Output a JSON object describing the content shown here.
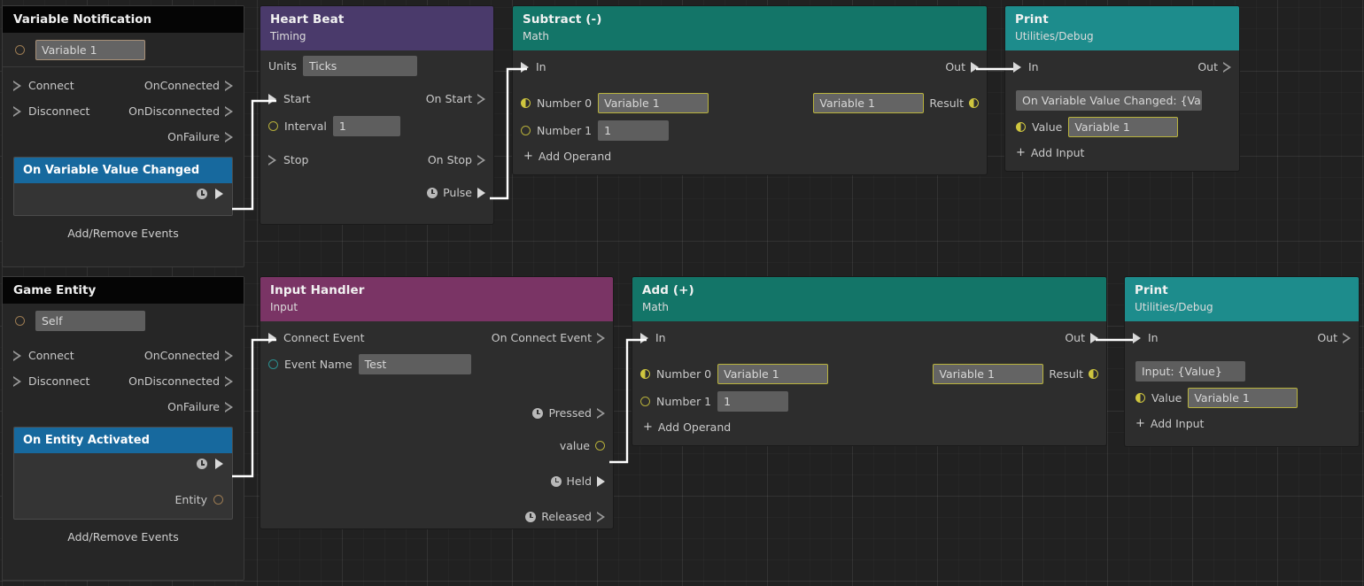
{
  "panels": [
    {
      "title": "Variable Notification",
      "value_field": "Variable 1",
      "rows": [
        {
          "left": "Connect",
          "right": "OnConnected"
        },
        {
          "left": "Disconnect",
          "right": "OnDisconnected"
        },
        {
          "left": "",
          "right": "OnFailure"
        }
      ],
      "event": {
        "title": "On Variable Value Changed",
        "output_label": ""
      },
      "footer": "Add/Remove Events"
    },
    {
      "title": "Game Entity",
      "value_field": "Self",
      "rows": [
        {
          "left": "Connect",
          "right": "OnConnected"
        },
        {
          "left": "Disconnect",
          "right": "OnDisconnected"
        },
        {
          "left": "",
          "right": "OnFailure"
        }
      ],
      "event": {
        "title": "On Entity Activated",
        "output_label": "Entity"
      },
      "footer": "Add/Remove Events"
    }
  ],
  "nodes": {
    "heartbeat": {
      "title": "Heart Beat",
      "category": "Timing",
      "units_label": "Units",
      "units_value": "Ticks",
      "start_in": "Start",
      "start_out": "On Start",
      "interval_label": "Interval",
      "interval_value": "1",
      "stop_in": "Stop",
      "stop_out": "On Stop",
      "pulse_out": "Pulse"
    },
    "subtract": {
      "title": "Subtract (-)",
      "category": "Math",
      "in_label": "In",
      "out_label": "Out",
      "number0_label": "Number 0",
      "number0_value": "Variable 1",
      "number1_label": "Number 1",
      "number1_value": "1",
      "result_label": "Result",
      "result_value": "Variable 1",
      "add_operand": "Add Operand"
    },
    "print_top": {
      "title": "Print",
      "category": "Utilities/Debug",
      "in_label": "In",
      "out_label": "Out",
      "message": "On Variable Value Changed: {Value}",
      "value_label": "Value",
      "value_value": "Variable 1",
      "add_input": "Add Input"
    },
    "input_handler": {
      "title": "Input Handler",
      "category": "Input",
      "connect_event_in": "Connect Event",
      "connect_event_out": "On Connect Event",
      "event_name_label": "Event Name",
      "event_name_value": "Test",
      "pressed": "Pressed",
      "value": "value",
      "held": "Held",
      "released": "Released"
    },
    "add": {
      "title": "Add (+)",
      "category": "Math",
      "in_label": "In",
      "out_label": "Out",
      "number0_label": "Number 0",
      "number0_value": "Variable 1",
      "number1_label": "Number 1",
      "number1_value": "1",
      "result_label": "Result",
      "result_value": "Variable 1",
      "add_operand": "Add Operand"
    },
    "print_bottom": {
      "title": "Print",
      "category": "Utilities/Debug",
      "in_label": "In",
      "out_label": "Out",
      "message": "Input: {Value}",
      "value_label": "Value",
      "value_value": "Variable 1",
      "add_input": "Add Input"
    }
  },
  "colors": {
    "timing_header": "#4a3a6b",
    "math_header": "#137568",
    "debug_header": "#1d8c8c",
    "input_header": "#7a3465",
    "event_header": "#17699e",
    "canvas": "#212121",
    "wire": "#ffffff"
  }
}
